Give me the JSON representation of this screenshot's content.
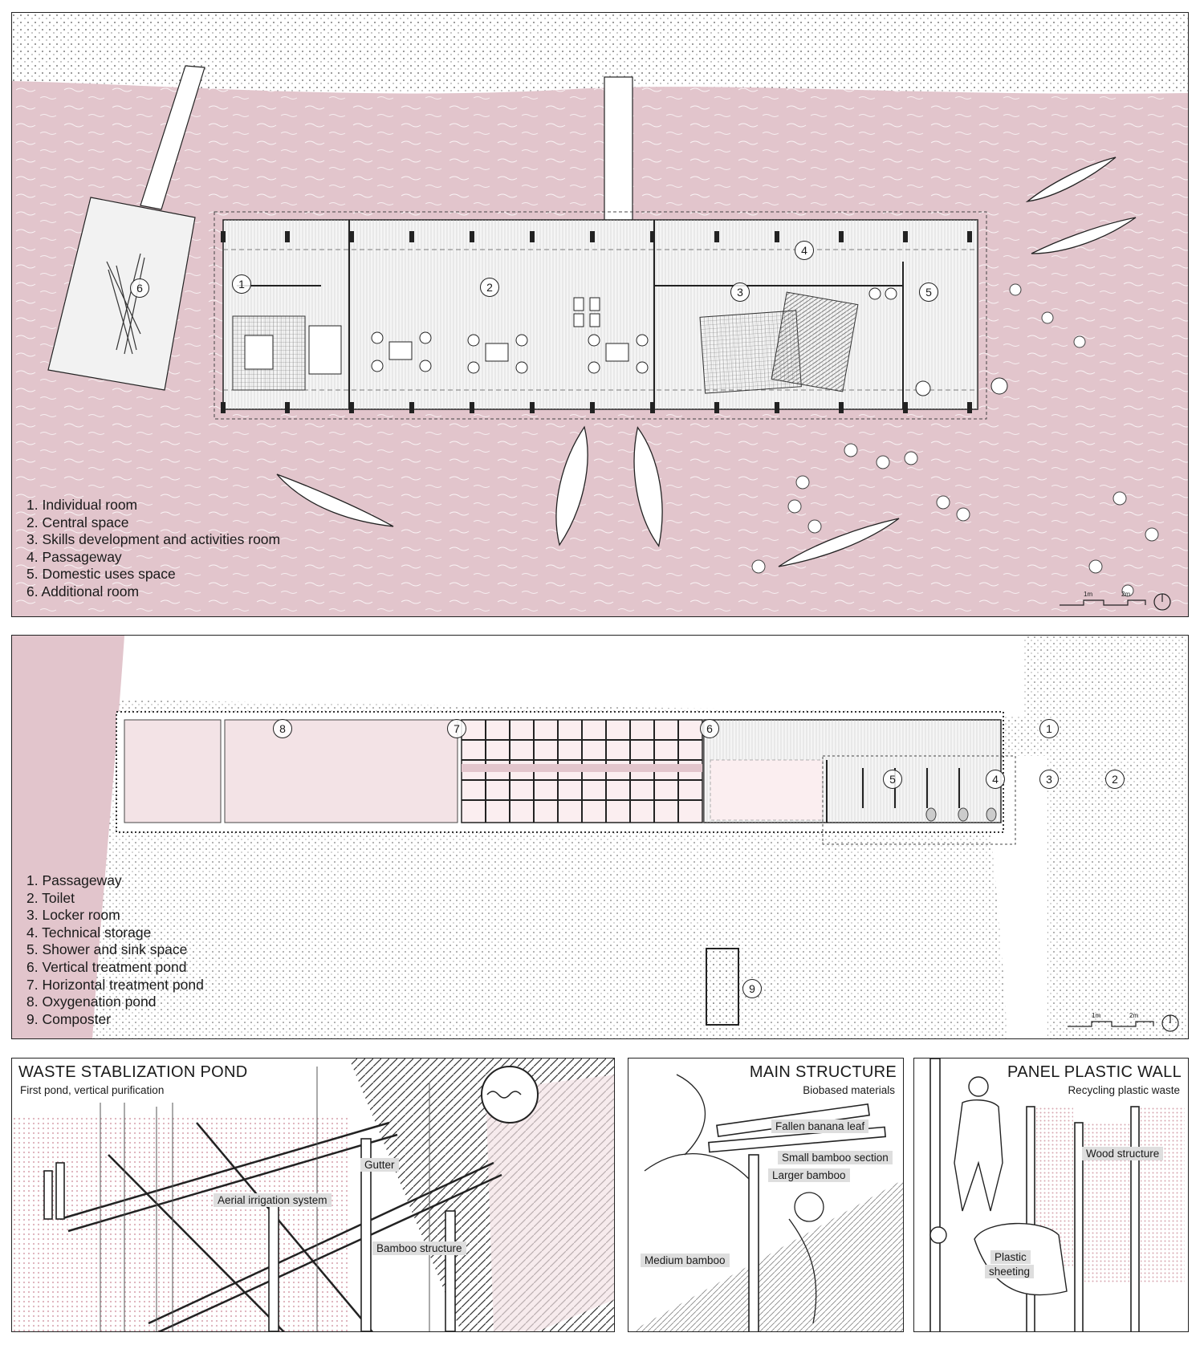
{
  "plan1": {
    "legend": [
      "1. Individual room",
      "2. Central space",
      "3. Skills development and activities room",
      "4. Passageway",
      "5. Domestic uses space",
      "6. Additional room"
    ],
    "markers": [
      "1",
      "2",
      "3",
      "4",
      "5",
      "6"
    ],
    "scale": {
      "m1": "1m",
      "m2": "2m"
    }
  },
  "plan2": {
    "legend": [
      "1. Passageway",
      "2. Toilet",
      "3. Locker room",
      "4. Technical storage",
      "5. Shower and sink space",
      "6. Vertical treatment pond",
      "7. Horizontal treatment pond",
      "8. Oxygenation pond",
      "9. Composter"
    ],
    "markers": [
      "8",
      "7",
      "6",
      "1",
      "5",
      "4",
      "3",
      "2",
      "9"
    ],
    "scale": {
      "m1": "1m",
      "m2": "2m"
    }
  },
  "details": [
    {
      "title": "WASTE STABLIZATION POND",
      "subtitle": "First pond, vertical purification",
      "tags": [
        "Gutter",
        "Aerial irrigation system",
        "Bamboo structure"
      ]
    },
    {
      "title": "MAIN STRUCTURE",
      "subtitle": "Biobased materials",
      "tags": [
        "Fallen banana leaf",
        "Small bamboo section",
        "Larger bamboo",
        "Medium bamboo"
      ]
    },
    {
      "title": "PANEL PLASTIC WALL",
      "subtitle": "Recycling plastic waste",
      "tags": [
        "Wood structure",
        "Plastic",
        "sheeting"
      ]
    }
  ],
  "colors": {
    "water": "#e2c5cc",
    "pinkLight": "#f3e3e6",
    "ink": "#222222",
    "tagBg": "#dedede"
  }
}
